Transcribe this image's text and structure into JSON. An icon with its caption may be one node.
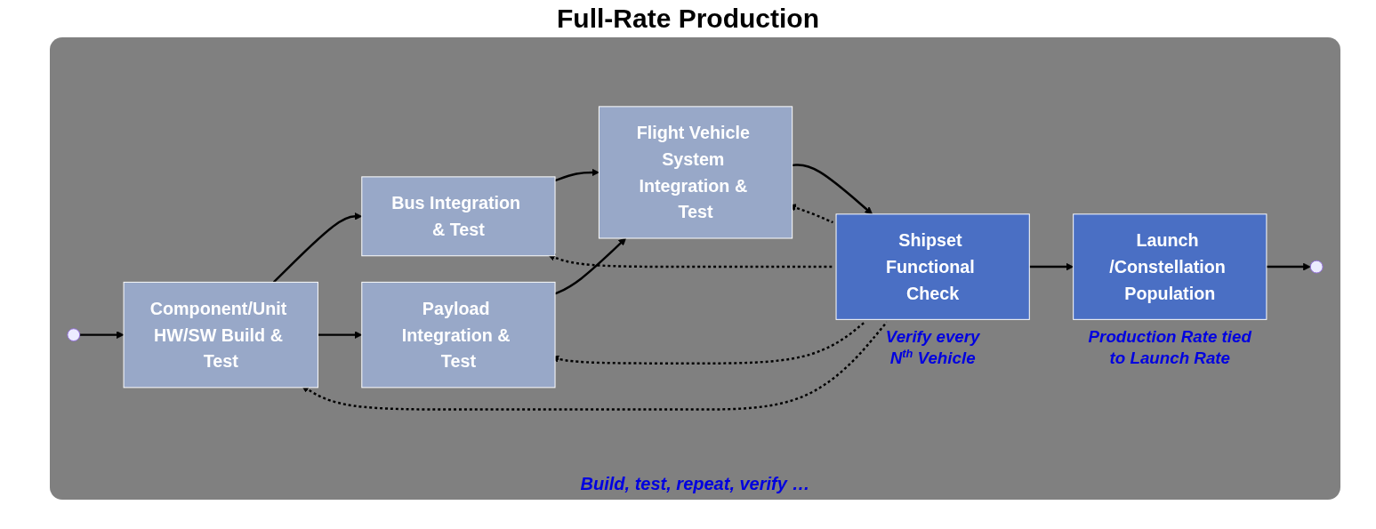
{
  "diagram": {
    "title": "Full-Rate Production",
    "nodes": [
      {
        "text": [
          "Component/Unit HW/SW Build & Test"
        ]
      },
      {
        "text": [
          "Bus Integration & Test"
        ]
      },
      {
        "text": [
          "Payload Integration & Test"
        ]
      },
      {
        "text": [
          "Flight Vehicle System Integration & Test"
        ]
      },
      {
        "text": [
          "Shipset Functional Check"
        ],
        "beside": [
          "Verify every N$^{th}$ Vehicle"
        ]
      },
      {
        "text": [
          "Launch /Constellation Population"
        ],
        "beside": [
          "Production Rate tied to Launch Rate"
        ]
      }
    ],
    "edges": [
      {
        "from": null,
        "to": 0,
        "arrow": "to"
      },
      {
        "from": 0,
        "to": 1,
        "arrow": "to"
      },
      {
        "from": 0,
        "to": 2,
        "arrow": "to"
      },
      {
        "from": 1,
        "to": 3,
        "arrow": "to"
      },
      {
        "from": 2,
        "to": 3,
        "arrow": "to"
      },
      {
        "from": 3,
        "to": 4,
        "arrow": "to"
      },
      {
        "from": 4,
        "to": 5,
        "arrow": "to"
      },
      {
        "from": 5,
        "to": null,
        "arrow": "to"
      },
      {
        "from": 4,
        "to": 1,
        "arrow": "to",
        "style": "dashed"
      },
      {
        "from": 4,
        "to": 3,
        "arrow": "to",
        "style": "dashed"
      },
      {
        "from": 4,
        "to": 2,
        "arrow": "to",
        "style": "dashed"
      },
      {
        "from": 4,
        "to": 0,
        "arrow": "to",
        "style": "dashed"
      }
    ],
    "labels": [
      "Build, test, repeat, verify …"
    ]
  }
}
